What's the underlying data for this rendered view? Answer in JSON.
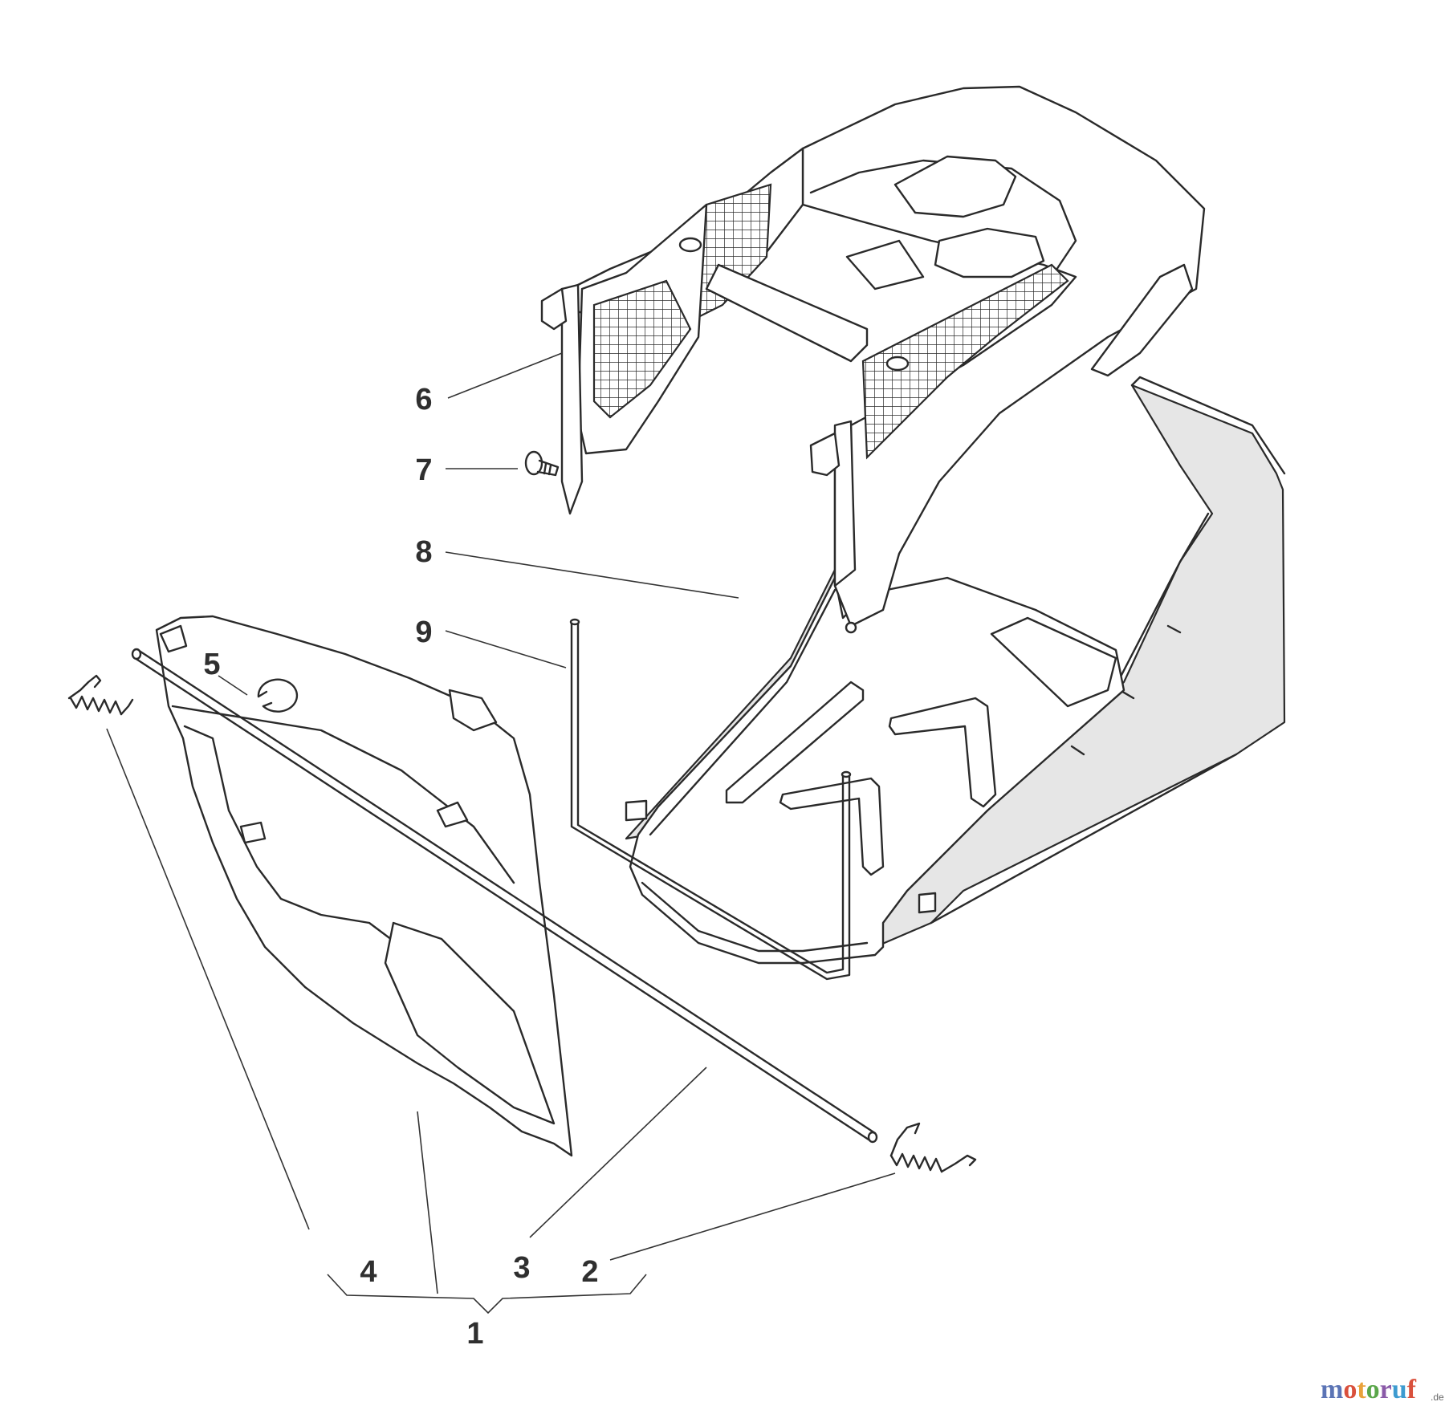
{
  "callouts": [
    {
      "id": "1",
      "label": "1"
    },
    {
      "id": "2",
      "label": "2"
    },
    {
      "id": "3",
      "label": "3"
    },
    {
      "id": "4",
      "label": "4"
    },
    {
      "id": "5",
      "label": "5"
    },
    {
      "id": "6",
      "label": "6"
    },
    {
      "id": "7",
      "label": "7"
    },
    {
      "id": "8",
      "label": "8"
    },
    {
      "id": "9",
      "label": "9"
    }
  ],
  "watermark": {
    "letters": [
      "m",
      "o",
      "t",
      "o",
      "r",
      "u",
      "f"
    ],
    "suffix": ".de",
    "colors": [
      "#5b74b5",
      "#d9503c",
      "#e9a23b",
      "#5aa64a",
      "#8a5aa8",
      "#3d9bd0",
      "#d9503c"
    ]
  },
  "icons": [
    "grass-bag-frame",
    "grass-bag",
    "bag-base-frame",
    "deflector-flap",
    "spring",
    "hinge-rod",
    "circlip",
    "screw"
  ]
}
